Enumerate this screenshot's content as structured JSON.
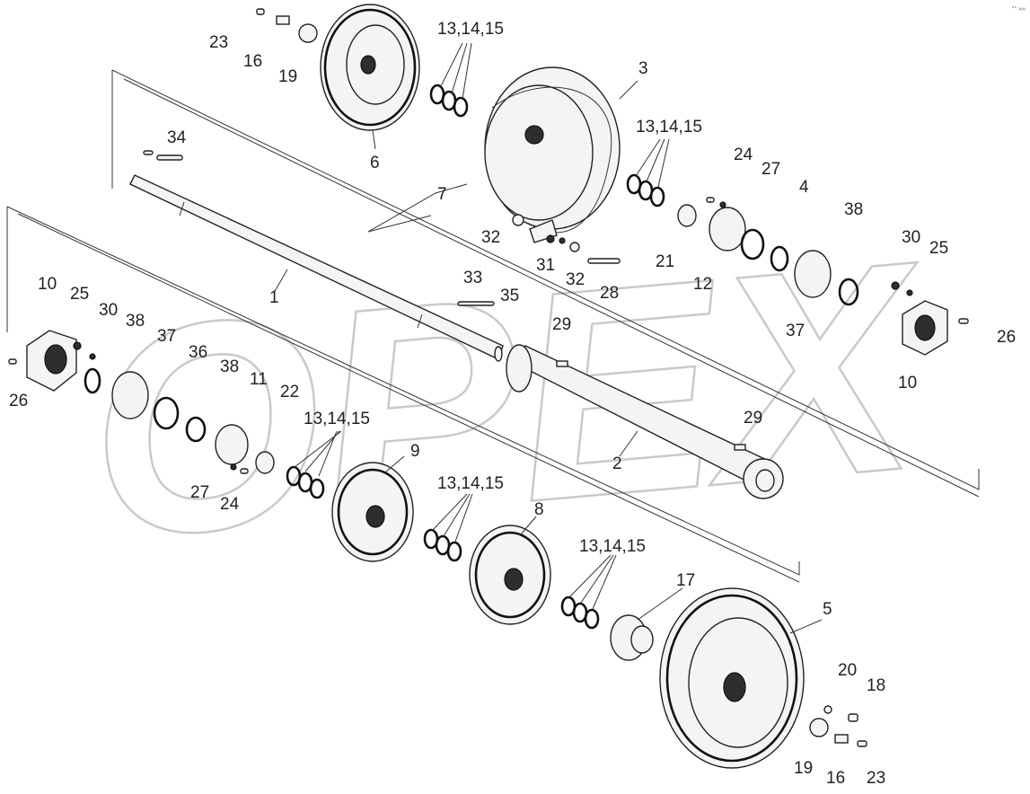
{
  "watermark": "OPEX",
  "corner_mark": "°° »»",
  "callouts": [
    {
      "id": "c-1",
      "text": "1"
    },
    {
      "id": "c-2",
      "text": "2"
    },
    {
      "id": "c-3",
      "text": "3"
    },
    {
      "id": "c-4",
      "text": "4"
    },
    {
      "id": "c-5",
      "text": "5"
    },
    {
      "id": "c-6",
      "text": "6"
    },
    {
      "id": "c-7",
      "text": "7"
    },
    {
      "id": "c-8",
      "text": "8"
    },
    {
      "id": "c-9",
      "text": "9"
    },
    {
      "id": "c-10a",
      "text": "10"
    },
    {
      "id": "c-10b",
      "text": "10"
    },
    {
      "id": "c-11",
      "text": "11"
    },
    {
      "id": "c-12",
      "text": "12"
    },
    {
      "id": "c-131415a",
      "text": "13,14,15"
    },
    {
      "id": "c-131415b",
      "text": "13,14,15"
    },
    {
      "id": "c-131415c",
      "text": "13,14,15"
    },
    {
      "id": "c-131415d",
      "text": "13,14,15"
    },
    {
      "id": "c-131415e",
      "text": "13,14,15"
    },
    {
      "id": "c-16a",
      "text": "16"
    },
    {
      "id": "c-16b",
      "text": "16"
    },
    {
      "id": "c-17",
      "text": "17"
    },
    {
      "id": "c-18",
      "text": "18"
    },
    {
      "id": "c-19a",
      "text": "19"
    },
    {
      "id": "c-19b",
      "text": "19"
    },
    {
      "id": "c-20",
      "text": "20"
    },
    {
      "id": "c-21",
      "text": "21"
    },
    {
      "id": "c-22",
      "text": "22"
    },
    {
      "id": "c-23a",
      "text": "23"
    },
    {
      "id": "c-23b",
      "text": "23"
    },
    {
      "id": "c-24a",
      "text": "24"
    },
    {
      "id": "c-24b",
      "text": "24"
    },
    {
      "id": "c-25a",
      "text": "25"
    },
    {
      "id": "c-25b",
      "text": "25"
    },
    {
      "id": "c-26a",
      "text": "26"
    },
    {
      "id": "c-26b",
      "text": "26"
    },
    {
      "id": "c-27a",
      "text": "27"
    },
    {
      "id": "c-27b",
      "text": "27"
    },
    {
      "id": "c-28",
      "text": "28"
    },
    {
      "id": "c-29a",
      "text": "29"
    },
    {
      "id": "c-29b",
      "text": "29"
    },
    {
      "id": "c-30a",
      "text": "30"
    },
    {
      "id": "c-30b",
      "text": "30"
    },
    {
      "id": "c-31",
      "text": "31"
    },
    {
      "id": "c-32a",
      "text": "32"
    },
    {
      "id": "c-32b",
      "text": "32"
    },
    {
      "id": "c-33",
      "text": "33"
    },
    {
      "id": "c-34",
      "text": "34"
    },
    {
      "id": "c-35",
      "text": "35"
    },
    {
      "id": "c-36",
      "text": "36"
    },
    {
      "id": "c-37a",
      "text": "37"
    },
    {
      "id": "c-37b",
      "text": "37"
    },
    {
      "id": "c-38a",
      "text": "38"
    },
    {
      "id": "c-38b",
      "text": "38"
    },
    {
      "id": "c-38c",
      "text": "38"
    }
  ]
}
